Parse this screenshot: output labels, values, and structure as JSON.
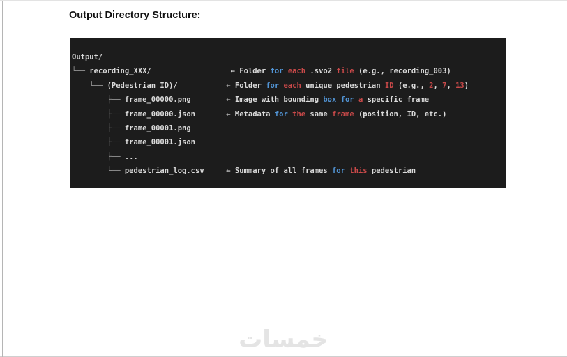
{
  "page": {
    "title": "Output Directory Structure:",
    "watermark": "خمسات"
  },
  "colors": {
    "background": "#1c1c1c",
    "plain": "#dadada",
    "tree": "#989898",
    "blue": "#5295d6",
    "red": "#c94949"
  },
  "code_block": {
    "lines": [
      [
        {
          "t": "Output/",
          "c": "plain"
        }
      ],
      [
        {
          "t": "└── ",
          "c": "tree"
        },
        {
          "t": "recording_XXX/",
          "c": "plain"
        },
        {
          "t": "                  ",
          "c": "plain"
        },
        {
          "t": "← Folder ",
          "c": "plain"
        },
        {
          "t": "for",
          "c": "blue"
        },
        {
          "t": " ",
          "c": "plain"
        },
        {
          "t": "each",
          "c": "red"
        },
        {
          "t": " .svo2 ",
          "c": "plain"
        },
        {
          "t": "file",
          "c": "red"
        },
        {
          "t": " (e.g., recording_003)",
          "c": "plain"
        }
      ],
      [
        {
          "t": "    └── ",
          "c": "tree"
        },
        {
          "t": "(Pedestrian ID)/",
          "c": "plain"
        },
        {
          "t": "           ",
          "c": "plain"
        },
        {
          "t": "← Folder ",
          "c": "plain"
        },
        {
          "t": "for",
          "c": "blue"
        },
        {
          "t": " ",
          "c": "plain"
        },
        {
          "t": "each",
          "c": "red"
        },
        {
          "t": " unique pedestrian ",
          "c": "plain"
        },
        {
          "t": "ID",
          "c": "red"
        },
        {
          "t": " (e.g., ",
          "c": "plain"
        },
        {
          "t": "2",
          "c": "red"
        },
        {
          "t": ", ",
          "c": "plain"
        },
        {
          "t": "7",
          "c": "red"
        },
        {
          "t": ", ",
          "c": "plain"
        },
        {
          "t": "13",
          "c": "red"
        },
        {
          "t": ")",
          "c": "plain"
        }
      ],
      [
        {
          "t": "        ├── ",
          "c": "tree"
        },
        {
          "t": "frame_00000.png",
          "c": "plain"
        },
        {
          "t": "        ",
          "c": "plain"
        },
        {
          "t": "← Image with bounding ",
          "c": "plain"
        },
        {
          "t": "box",
          "c": "blue"
        },
        {
          "t": " ",
          "c": "plain"
        },
        {
          "t": "for",
          "c": "blue"
        },
        {
          "t": " ",
          "c": "plain"
        },
        {
          "t": "a",
          "c": "red"
        },
        {
          "t": " specific frame",
          "c": "plain"
        }
      ],
      [
        {
          "t": "        ├── ",
          "c": "tree"
        },
        {
          "t": "frame_00000.json",
          "c": "plain"
        },
        {
          "t": "       ",
          "c": "plain"
        },
        {
          "t": "← Metadata ",
          "c": "plain"
        },
        {
          "t": "for",
          "c": "blue"
        },
        {
          "t": " ",
          "c": "plain"
        },
        {
          "t": "the",
          "c": "red"
        },
        {
          "t": " same ",
          "c": "plain"
        },
        {
          "t": "frame",
          "c": "red"
        },
        {
          "t": " (position, ID, etc.)",
          "c": "plain"
        }
      ],
      [
        {
          "t": "        ├── ",
          "c": "tree"
        },
        {
          "t": "frame_00001.png",
          "c": "plain"
        }
      ],
      [
        {
          "t": "        ├── ",
          "c": "tree"
        },
        {
          "t": "frame_00001.json",
          "c": "plain"
        }
      ],
      [
        {
          "t": "        ├── ",
          "c": "tree"
        },
        {
          "t": "...",
          "c": "plain"
        }
      ],
      [
        {
          "t": "        └── ",
          "c": "tree"
        },
        {
          "t": "pedestrian_log.csv",
          "c": "plain"
        },
        {
          "t": "     ",
          "c": "plain"
        },
        {
          "t": "← Summary of all frames ",
          "c": "plain"
        },
        {
          "t": "for",
          "c": "blue"
        },
        {
          "t": " ",
          "c": "plain"
        },
        {
          "t": "this",
          "c": "red"
        },
        {
          "t": " pedestrian",
          "c": "plain"
        }
      ]
    ]
  }
}
